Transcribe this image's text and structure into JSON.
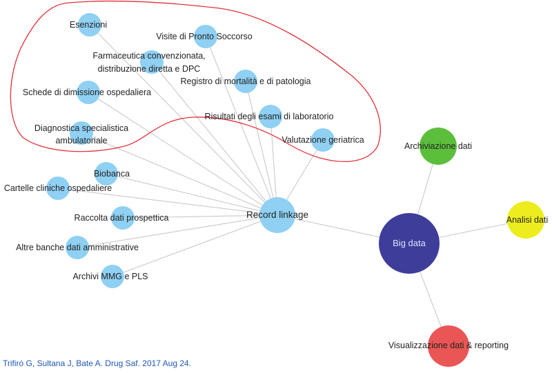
{
  "nodes": {
    "esenzioni": "Esenzioni",
    "pronto_soccorso": "Visite di Pronto Soccorso",
    "farmaceutica": [
      "Farmaceutica convenzionata,",
      "distribuzione diretta e DPC"
    ],
    "mortalita": "Registro di mortalità e di patologia",
    "dimissione": "Schede di dimissione ospedaliera",
    "laboratorio": "Risultati degli esami di laboratorio",
    "diagnostica": [
      "Diagnostica specialistica",
      "ambulatoriale"
    ],
    "geriatrica": "Valutazione geriatrica",
    "biobanca": "Biobanca",
    "cartelle": "Cartelle cliniche ospedaliere",
    "prospettica": "Raccolta dati prospettica",
    "amministrative": "Altre banche dati amministrative",
    "mmg": "Archivi MMG e PLS",
    "record_linkage": "Record linkage",
    "big_data": "Big data",
    "archiviazione": "Archiviazione dati",
    "analisi": "Analisi dati",
    "visualizzazione": "Visualizzazione dati & reporting"
  },
  "colors": {
    "source_node": "#8fd0f3",
    "big_data": "#3e3d9a",
    "archiviazione": "#5cbf3c",
    "analisi": "#eded1e",
    "visualizzazione": "#e95655",
    "outline": "#e0303a"
  },
  "citation": "Trifirò G, Sultana J, Bate A. Drug Saf. 2017 Aug 24."
}
